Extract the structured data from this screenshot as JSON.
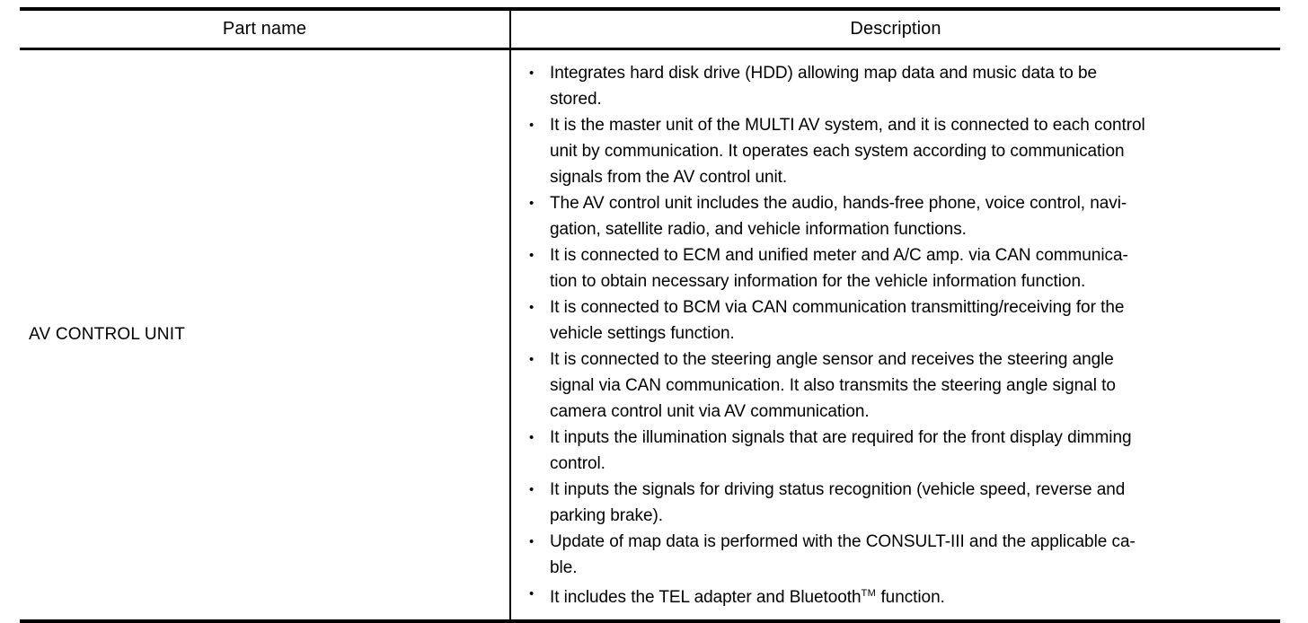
{
  "table": {
    "columns": [
      {
        "header": "Part name"
      },
      {
        "header": "Description"
      }
    ],
    "rows": [
      {
        "part_name": "AV CONTROL UNIT",
        "bullet_marker": "•",
        "description_bullets": [
          {
            "text": "Integrates hard disk drive (HDD) allowing map data and music data to be stored.",
            "lines": [
              "Integrates hard disk drive (HDD) allowing map data and music data to be",
              "stored."
            ]
          },
          {
            "text": "It is the master unit of the MULTI AV system, and it is connected to each control unit by communication. It operates each system according to communication signals from the AV control unit.",
            "lines": [
              "It is the master unit of the MULTI AV system, and it is connected to each control",
              "unit by communication. It operates each system according to communication",
              "signals from the AV control unit."
            ]
          },
          {
            "text": "The AV control unit includes the audio, hands-free phone, voice control, navigation, satellite radio, and vehicle information functions.",
            "lines": [
              "The AV control unit includes the audio, hands-free phone, voice control, navi-",
              "gation, satellite radio, and vehicle information functions."
            ]
          },
          {
            "text": "It is connected to ECM and unified meter and A/C amp. via CAN communication to obtain necessary information for the vehicle information function.",
            "lines": [
              "It is connected to ECM and unified meter and A/C amp. via CAN communica-",
              "tion to obtain necessary information for the vehicle information function."
            ]
          },
          {
            "text": "It is connected to BCM via CAN communication transmitting/receiving for the vehicle settings function.",
            "lines": [
              "It is connected to BCM via CAN communication transmitting/receiving for the",
              "vehicle settings function."
            ]
          },
          {
            "text": "It is connected to the steering angle sensor and receives the steering angle signal via CAN communication. It also transmits the steering angle signal to camera control unit via AV communication.",
            "lines": [
              "It is connected to the steering angle sensor and receives the steering angle",
              "signal via CAN communication. It also transmits the steering angle signal to",
              "camera control unit via AV communication."
            ]
          },
          {
            "text": "It inputs the illumination signals that are required for the front display dimming control.",
            "lines": [
              "It inputs the illumination signals that are required for the front display dimming",
              "control."
            ]
          },
          {
            "text": "It inputs the signals for driving status recognition (vehicle speed, reverse and parking brake).",
            "lines": [
              "It inputs the signals for driving status recognition (vehicle speed, reverse and",
              "parking brake)."
            ]
          },
          {
            "text": "Update of map data is performed with the CONSULT-III and the applicable cable.",
            "lines": [
              "Update of map data is performed with the CONSULT-III and the applicable ca-",
              "ble."
            ]
          },
          {
            "text": "It includes the TEL adapter and Bluetooth™ function.",
            "lines_rich": [
              {
                "before": "It includes the TEL adapter and Bluetooth",
                "sup": "TM",
                "after": " function."
              }
            ]
          }
        ]
      }
    ]
  }
}
